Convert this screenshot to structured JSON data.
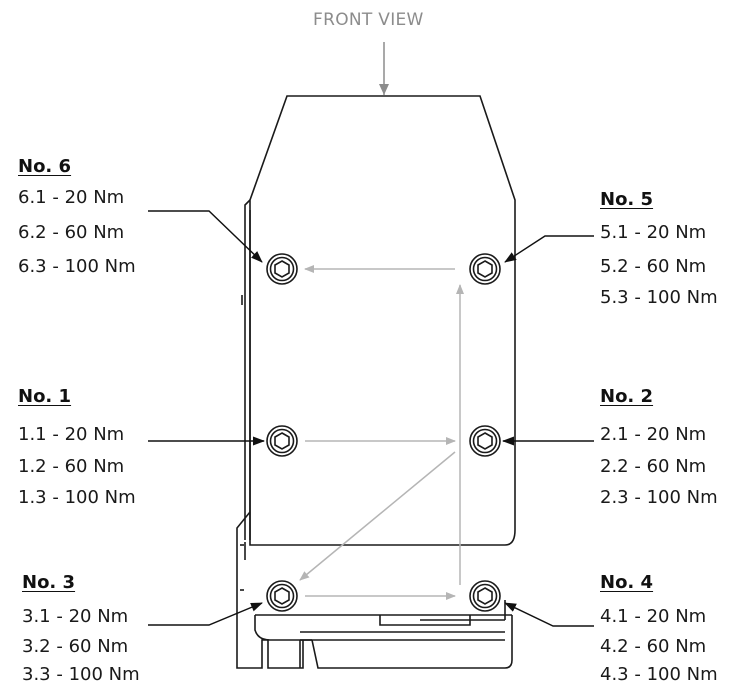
{
  "view_title": "FRONT VIEW",
  "groups": [
    {
      "id": "6",
      "title": "No. 6",
      "steps": [
        "6.1 - 20 Nm",
        "6.2 - 60 Nm",
        "6.3 - 100 Nm"
      ]
    },
    {
      "id": "5",
      "title": "No. 5",
      "steps": [
        "5.1 - 20 Nm",
        "5.2 - 60 Nm",
        "5.3 - 100 Nm"
      ]
    },
    {
      "id": "1",
      "title": "No. 1",
      "steps": [
        "1.1 - 20 Nm",
        "1.2 - 60 Nm",
        "1.3 - 100 Nm"
      ]
    },
    {
      "id": "2",
      "title": "No. 2",
      "steps": [
        "2.1 - 20 Nm",
        "2.2 - 60 Nm",
        "2.3 - 100 Nm"
      ]
    },
    {
      "id": "3",
      "title": "No. 3",
      "steps": [
        "3.1 - 20 Nm",
        "3.2 - 60 Nm",
        "3.3 - 100 Nm"
      ]
    },
    {
      "id": "4",
      "title": "No. 4",
      "steps": [
        "4.1 - 20 Nm",
        "4.2 - 60 Nm",
        "4.3 - 100 Nm"
      ]
    }
  ],
  "sequence": [
    "1",
    "2",
    "3",
    "4",
    "5",
    "6"
  ],
  "colors": {
    "outline": "#1a1a1a",
    "sequence_arrow": "#b5b5b5",
    "view_arrow": "#8c8c8c"
  }
}
